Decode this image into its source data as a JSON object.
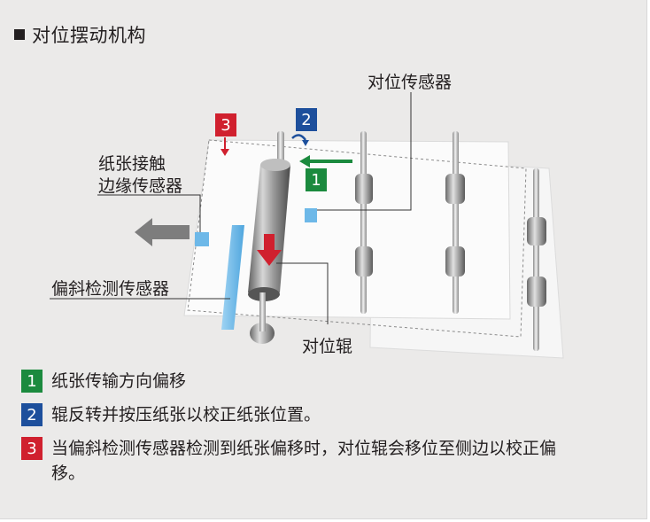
{
  "title": "对位摆动机构",
  "labels": {
    "alignment_sensor": "对位传感器",
    "edge_sensor_line1": "纸张接触",
    "edge_sensor_line2": "边缘传感器",
    "skew_sensor": "偏斜检测传感器",
    "alignment_roller": "对位辊"
  },
  "badges": {
    "one": "1",
    "two": "2",
    "three": "3"
  },
  "legend": [
    {
      "num": "1",
      "color": "#1b8a3e",
      "text": "纸张传输方向偏移"
    },
    {
      "num": "2",
      "color": "#1d4f9c",
      "text": "辊反转并按压纸张以校正纸张位置。"
    },
    {
      "num": "3",
      "color": "#d0202e",
      "text": "当偏斜检测传感器检测到纸张偏移时，对位辊会移位至侧边以校正偏移。"
    }
  ],
  "colors": {
    "background": "#ebeae9",
    "sensor": "#6db8e8",
    "arrow_red": "#d0202e",
    "arrow_green": "#1b8a3e",
    "arrow_blue": "#1d4f9c",
    "arrow_gray": "#7d7d7d"
  }
}
